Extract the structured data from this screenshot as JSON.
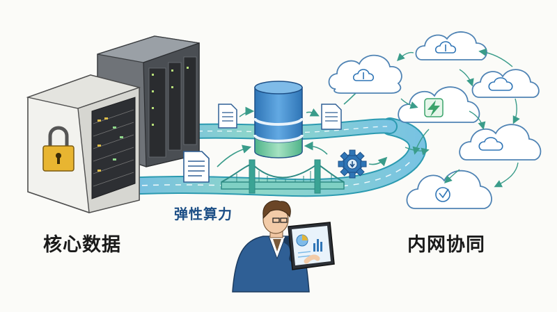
{
  "labels": {
    "core_data": "核心数据",
    "elastic_compute": "弹性算力",
    "intranet_collab": "内网协同"
  },
  "colors": {
    "road": "#8fd3dc",
    "road_edge": "#2b9ab0",
    "bridge": "#2e8b84",
    "cloud_stroke": "#4f83b4",
    "db_blue": "#2f75b6",
    "db_green": "#6cc49a",
    "lock": "#e8b531",
    "person_shirt": "#2f5f95"
  },
  "icons": [
    "server-rack-icon",
    "lock-icon",
    "database-icon",
    "document-icon",
    "gear-icon",
    "cloud-icon",
    "bridge-icon",
    "person-with-tablet-icon"
  ]
}
